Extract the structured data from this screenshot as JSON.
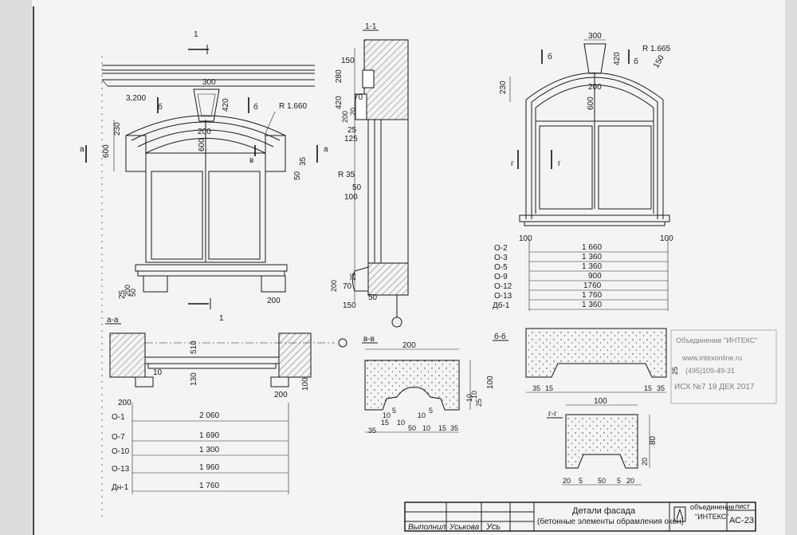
{
  "views": {
    "elevation_left": {
      "mark": "1",
      "section_mark": "1",
      "cut_a": "а",
      "cut_b": "б",
      "cut_v": "в",
      "dims": [
        "300",
        "3,200",
        "420",
        "R 1.660",
        "600",
        "230",
        "200",
        "600",
        "50",
        "35",
        "200",
        "50",
        "25",
        "200"
      ]
    },
    "section_11": {
      "title": "1-1",
      "dims": [
        "150",
        "280",
        "420",
        "70",
        "200",
        "20",
        "25",
        "125",
        "R 35",
        "50",
        "100",
        "25",
        "200",
        "70",
        "50",
        "150"
      ]
    },
    "elevation_right": {
      "dims": [
        "300",
        "420",
        "R 1.665",
        "150",
        "230",
        "200",
        "600",
        "100",
        "100"
      ],
      "cut_b": "б",
      "cut_g": "г"
    },
    "section_aa": {
      "title": "а-а",
      "dims": [
        "510",
        "10",
        "130",
        "100",
        "200",
        "200"
      ]
    },
    "section_vv": {
      "title": "в-в",
      "dims": [
        "200",
        "100",
        "10",
        "10",
        "25",
        "10",
        "5",
        "10",
        "5",
        "15",
        "10",
        "50",
        "10",
        "15",
        "35",
        "35"
      ]
    },
    "section_bb": {
      "title": "б-б",
      "dims": [
        "25",
        "35",
        "15",
        "15",
        "35"
      ]
    },
    "section_gg": {
      "title": "г-г",
      "dims": [
        "100",
        "80",
        "20",
        "20",
        "5",
        "50",
        "5",
        "20"
      ]
    }
  },
  "schedule_left": [
    {
      "code": "О-1",
      "value": "2 060"
    },
    {
      "code": "О-7",
      "value": "1 690"
    },
    {
      "code": "О-10",
      "value": "1 300"
    },
    {
      "code": "О-13",
      "value": "1 960"
    },
    {
      "code": "Дн-1",
      "value": "1 760"
    }
  ],
  "schedule_right": [
    {
      "code": "О-2",
      "value": "1 660"
    },
    {
      "code": "О-3",
      "value": "1 360"
    },
    {
      "code": "О-5",
      "value": "1 360"
    },
    {
      "code": "О-9",
      "value": "900"
    },
    {
      "code": "О-12",
      "value": "1760"
    },
    {
      "code": "О-13",
      "value": "1 760"
    },
    {
      "code": "Дб-1",
      "value": "1 360"
    }
  ],
  "stamp": {
    "line1": "Объединение \"ИНТЕКС\"",
    "line2": "www.intexonline.ru",
    "line3": "(495)109-49-31",
    "line4": "ИСХ №7  19 ДЕК 2017"
  },
  "title_block": {
    "role": "Выполнил",
    "name": "Уськова",
    "signature": "Усь",
    "title1": "Детали фасада",
    "title2": "(бетонные элементы обрамления окон)",
    "org_label": "объединение",
    "org_name": "\"ИНТЕКС\"",
    "sheet_label": "лист",
    "sheet_no": "АС-23"
  }
}
